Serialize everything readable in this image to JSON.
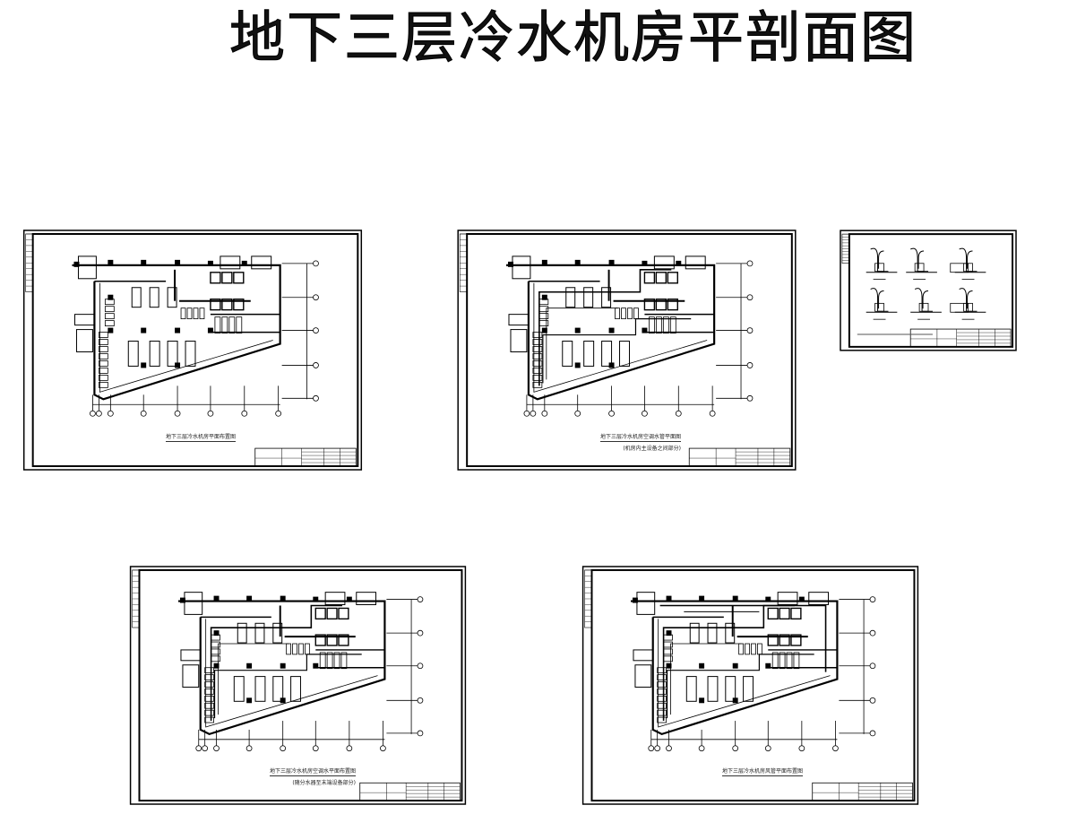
{
  "title": "地下三层冷水机房平剖面图",
  "sheets": [
    {
      "caption": "地下三层冷水机房平面布置图",
      "subcaption": ""
    },
    {
      "caption": "地下三层冷水机房空调水管平面图",
      "subcaption": "(机房内主设备之间部分)"
    },
    {
      "caption": "",
      "subcaption": ""
    },
    {
      "caption": "地下三层冷水机房空调水平面布置图",
      "subcaption": "(随分水器至末端设备部分)"
    },
    {
      "caption": "地下三层冷水机房风管平面布置图",
      "subcaption": ""
    }
  ],
  "colors": {
    "line": "#000000",
    "background": "#ffffff"
  }
}
